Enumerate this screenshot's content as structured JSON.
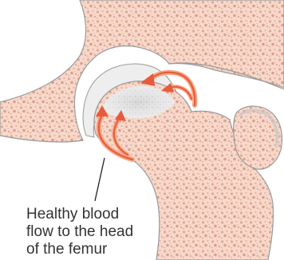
{
  "figure": {
    "subject": "Hip joint cross-section with femoral head blood supply",
    "callout": {
      "lines": [
        "Healthy blood",
        "flow to the head",
        "of the femur"
      ]
    },
    "colors": {
      "bone_fill": "#f7d9cc",
      "bone_outline": "#9a9a9a",
      "pore": "#e2a892",
      "cartilage": "#eeeeee",
      "femoral_head_core": "#d8d8d8",
      "arrow_light": "#f8a583",
      "arrow_dark": "#e85a3c",
      "leader_line": "#222222"
    }
  }
}
